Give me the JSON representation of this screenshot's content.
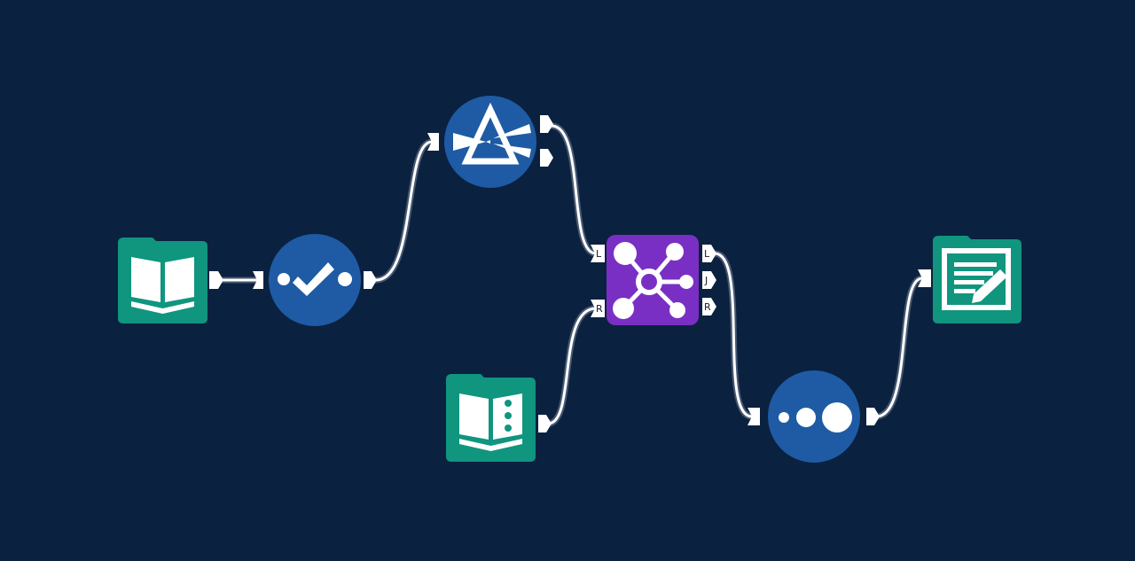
{
  "canvas": {
    "background": "#0b2140"
  },
  "colors": {
    "input_tool": "#10957f",
    "blue_tool": "#1e5ba4",
    "join_tool": "#7a2fc4",
    "connector": "#ffffff"
  },
  "tools": [
    {
      "id": "input-data",
      "kind": "input",
      "icon": "open-book-icon"
    },
    {
      "id": "select",
      "kind": "circle",
      "icon": "dot-check-dot-icon"
    },
    {
      "id": "formula",
      "kind": "circle",
      "icon": "prism-icon"
    },
    {
      "id": "text-input",
      "kind": "input",
      "icon": "book-with-dots-icon"
    },
    {
      "id": "join",
      "kind": "square",
      "icon": "hub-network-icon"
    },
    {
      "id": "sample",
      "kind": "circle",
      "icon": "three-dots-growing-icon"
    },
    {
      "id": "output-data",
      "kind": "input",
      "icon": "notepad-pencil-icon"
    }
  ],
  "anchor_labels": {
    "join_in_left": "L",
    "join_in_right": "R",
    "join_out_left": "L",
    "join_out_join": "J",
    "join_out_right": "R"
  }
}
